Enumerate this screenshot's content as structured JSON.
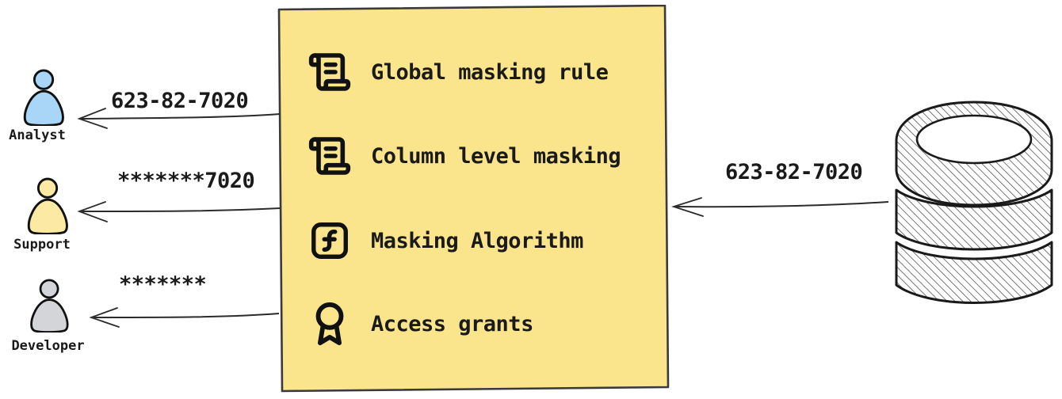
{
  "diagram": {
    "masking_box": {
      "background_color": "#FAE48C",
      "border_color": "#3a3a3a",
      "items": [
        {
          "icon": "scroll-text-icon",
          "label": "Global masking rule"
        },
        {
          "icon": "scroll-text-icon",
          "label": "Column level masking"
        },
        {
          "icon": "function-square-icon",
          "label": "Masking Algorithm"
        },
        {
          "icon": "award-icon",
          "label": "Access grants"
        }
      ]
    },
    "source_database": {
      "icon": "database-icon",
      "outgoing_value": "623-82-7020"
    },
    "consumers": [
      {
        "role": "Analyst",
        "received_value": "623-82-7020",
        "color": "#A9D5F7"
      },
      {
        "role": "Support",
        "received_value": "*******7020",
        "color": "#FBE9A4"
      },
      {
        "role": "Developer",
        "received_value": "*******",
        "color": "#D3D5D8"
      }
    ]
  }
}
